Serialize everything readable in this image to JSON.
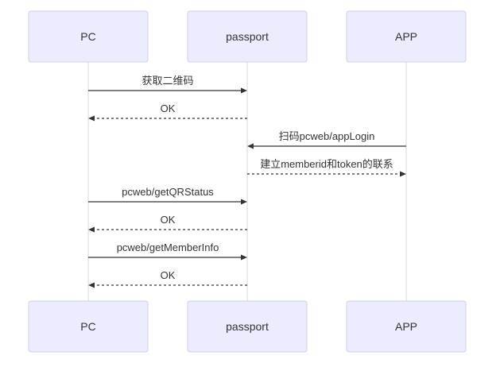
{
  "actors": [
    {
      "id": "pc",
      "label": "PC"
    },
    {
      "id": "passport",
      "label": "passport"
    },
    {
      "id": "app",
      "label": "APP"
    }
  ],
  "messages": [
    {
      "from": "pc",
      "to": "passport",
      "label": "获取二维码",
      "style": "solid"
    },
    {
      "from": "passport",
      "to": "pc",
      "label": "OK",
      "style": "dotted"
    },
    {
      "from": "app",
      "to": "passport",
      "label": "扫码pcweb/appLogin",
      "style": "solid"
    },
    {
      "from": "passport",
      "to": "app",
      "label": "建立memberid和token的联系",
      "style": "dotted"
    },
    {
      "from": "pc",
      "to": "passport",
      "label": "pcweb/getQRStatus",
      "style": "solid"
    },
    {
      "from": "passport",
      "to": "pc",
      "label": "OK",
      "style": "dotted"
    },
    {
      "from": "pc",
      "to": "passport",
      "label": "pcweb/getMemberInfo",
      "style": "solid"
    },
    {
      "from": "passport",
      "to": "pc",
      "label": "OK",
      "style": "dotted"
    }
  ]
}
